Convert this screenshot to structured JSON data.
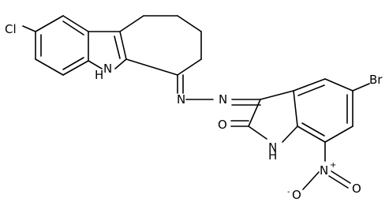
{
  "molecule": {
    "atoms": {
      "cl": "Cl",
      "nh_carbazole": "N",
      "h_carbazole": "H",
      "n_imine1": "N",
      "n_imine2": "N",
      "br": "Br",
      "o_carbonyl": "O",
      "nh_indole": "N",
      "h_indole": "H",
      "n_nitro": "N",
      "n_nitro_plus": "+",
      "o_nitro_top": "O",
      "o_nitro_top_minus": "-",
      "o_nitro_right": "O"
    }
  }
}
